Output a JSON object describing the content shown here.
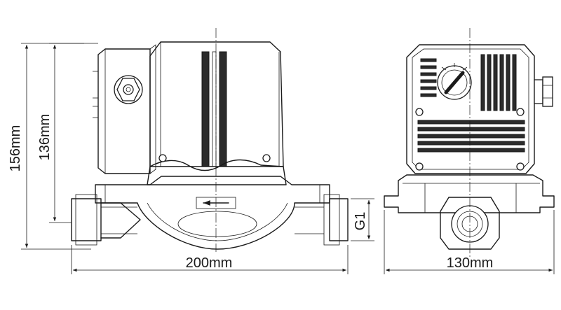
{
  "dimensions": {
    "overall_height": "156mm",
    "body_height": "136mm",
    "length": "200mm",
    "width": "130mm",
    "thread": "G1"
  },
  "colors": {
    "line": "#1a1a1a",
    "background": "#ffffff"
  }
}
